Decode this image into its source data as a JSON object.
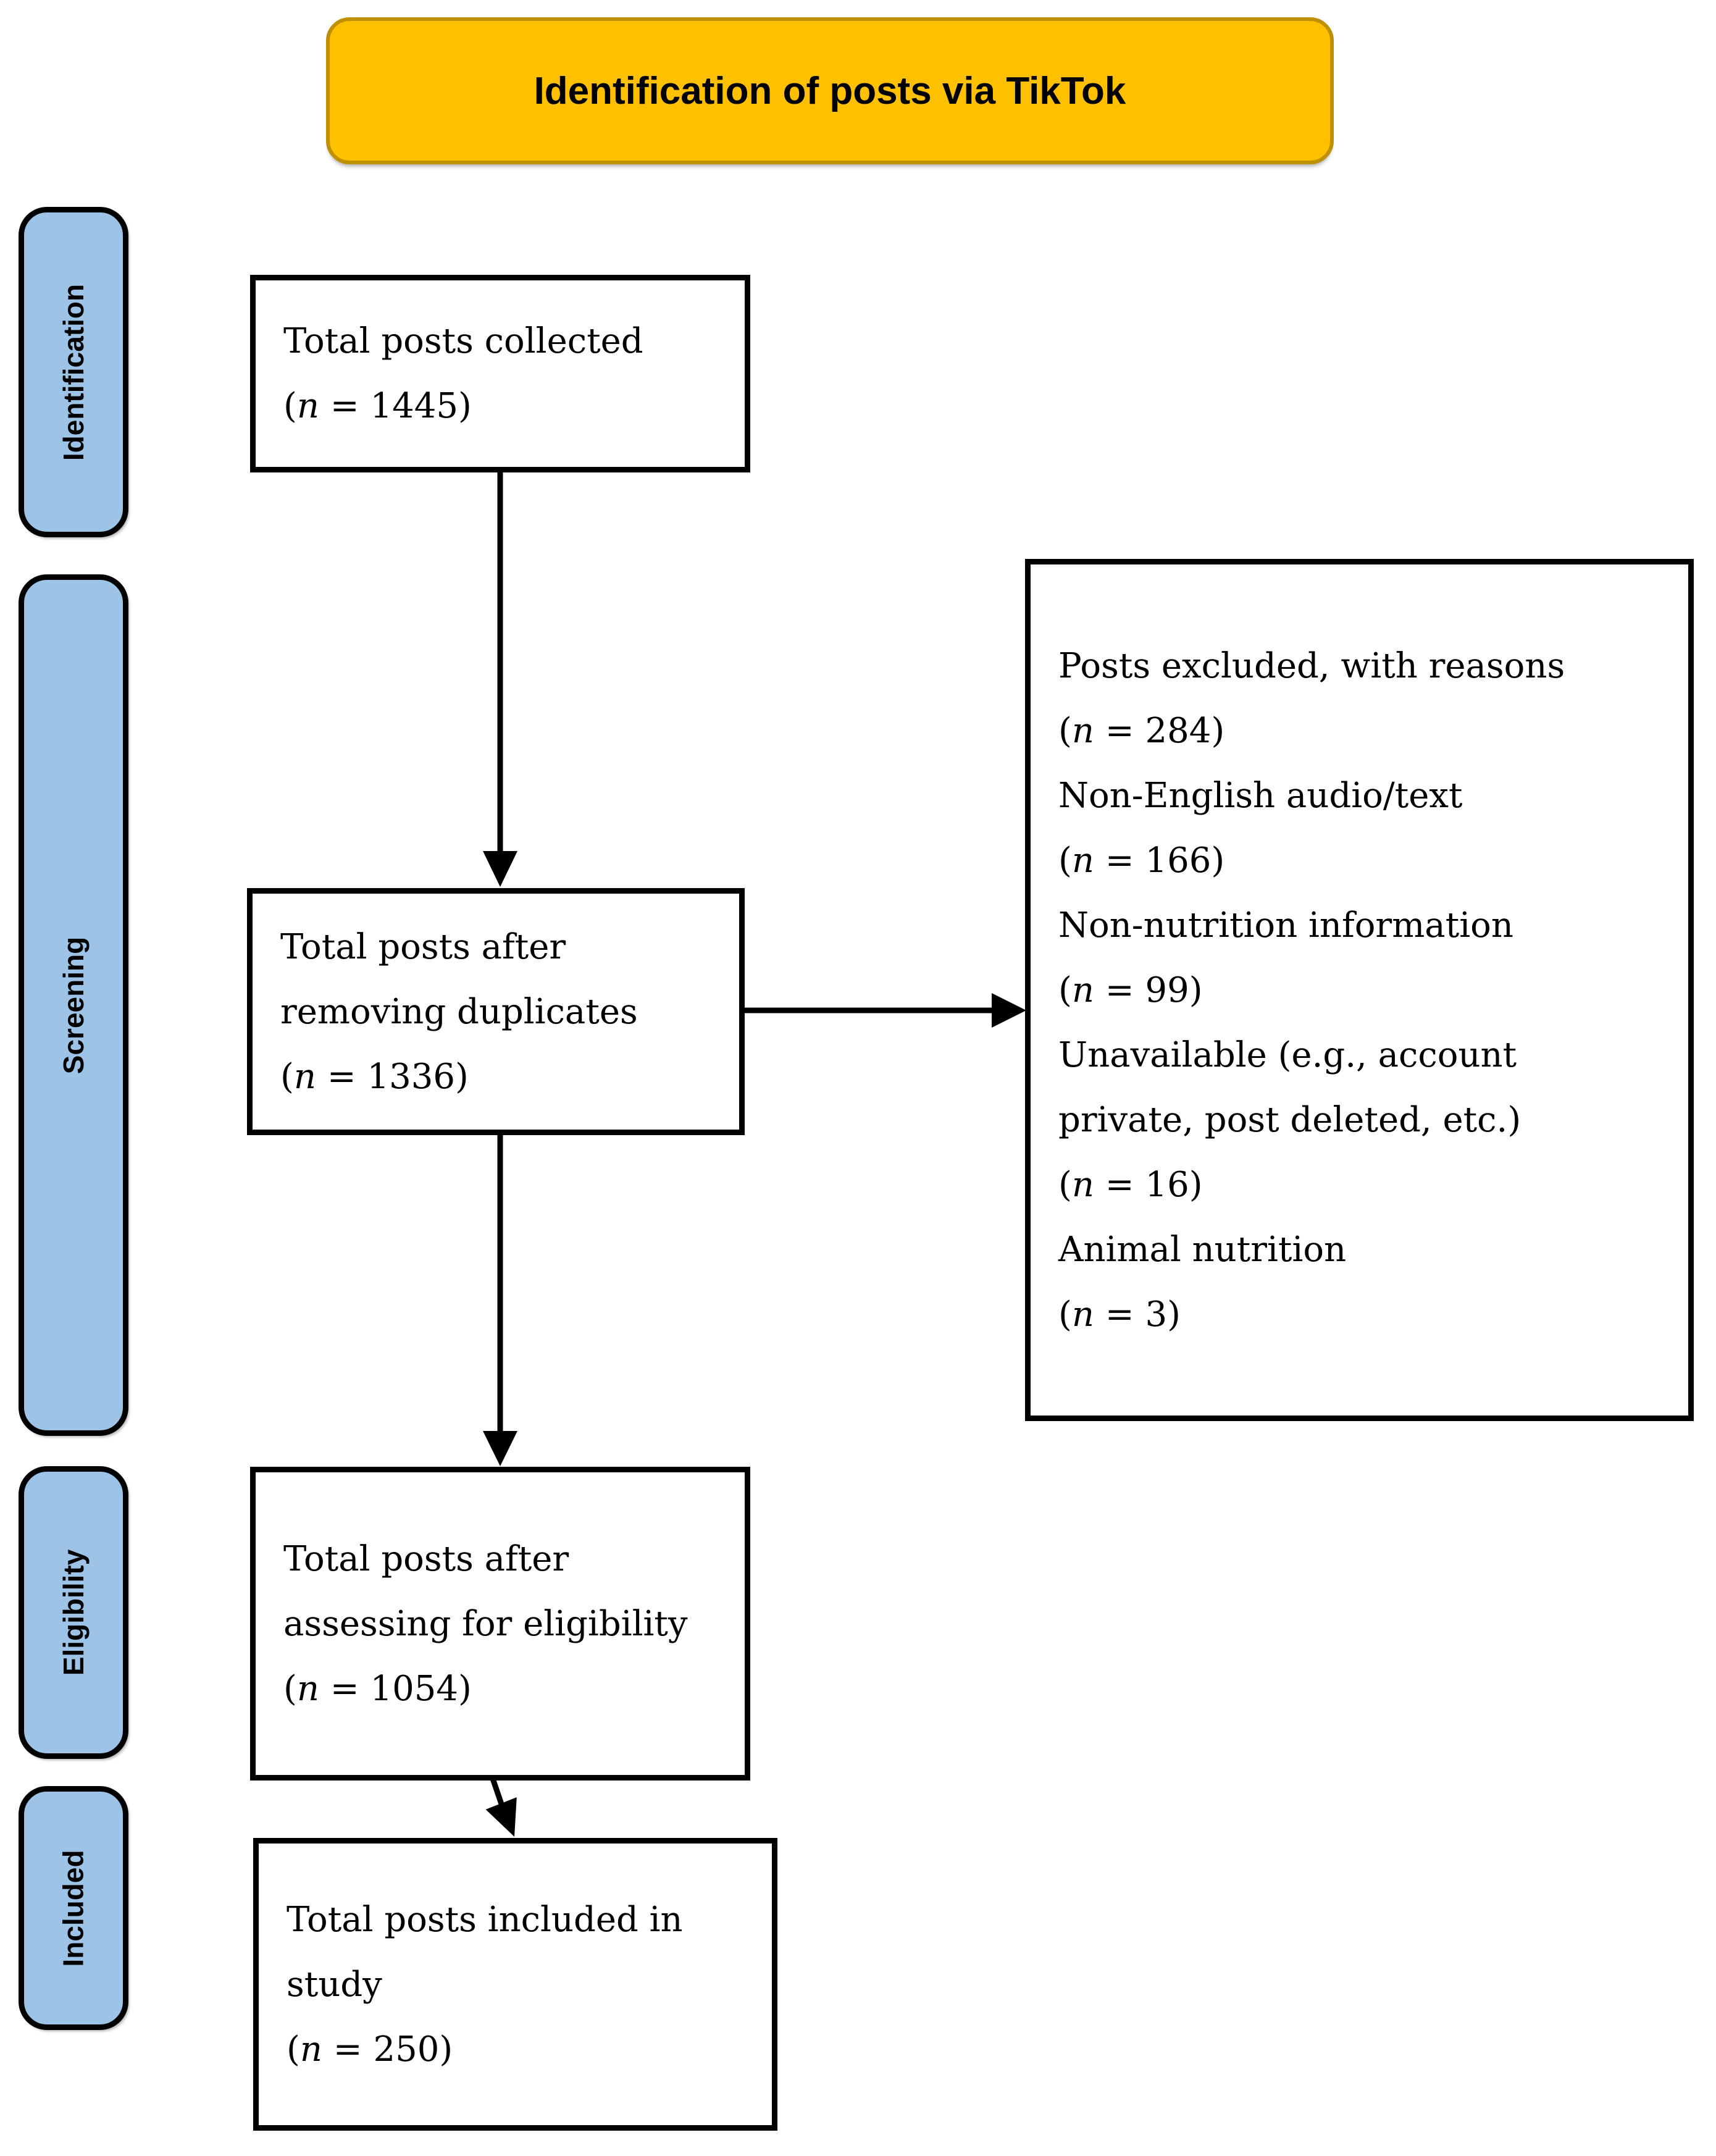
{
  "header": {
    "title": "Identification of posts via TikTok"
  },
  "colors": {
    "header_fill": "#FFC000",
    "header_border": "#BF9000",
    "stage_fill": "#9DC3E6",
    "stage_border": "#000000",
    "box_fill": "#FFFFFF",
    "box_border": "#000000",
    "arrow": "#000000",
    "text": "#000000"
  },
  "stages": [
    {
      "label": "Identification"
    },
    {
      "label": "Screening"
    },
    {
      "label": "Eligibility"
    },
    {
      "label": "Included"
    }
  ],
  "boxes": {
    "collected": {
      "lines": [
        "Total posts collected",
        "(n = 1445)"
      ],
      "n": 1445
    },
    "duplicates": {
      "lines": [
        "Total posts after",
        "removing duplicates",
        "(n = 1336)"
      ],
      "n": 1336
    },
    "excluded": {
      "lines": [
        "Posts excluded, with reasons",
        "(n = 284)",
        "Non-English audio/text",
        "(n = 166)",
        "Non-nutrition information",
        "(n = 99)",
        "Unavailable (e.g., account",
        "private, post deleted, etc.)",
        "(n = 16)",
        "Animal nutrition",
        "(n = 3)"
      ],
      "n": 284,
      "reasons": [
        {
          "label": "Non-English audio/text",
          "n": 166
        },
        {
          "label": "Non-nutrition information",
          "n": 99
        },
        {
          "label": "Unavailable (e.g., account private, post deleted, etc.)",
          "n": 16
        },
        {
          "label": "Animal nutrition",
          "n": 3
        }
      ]
    },
    "eligibility": {
      "lines": [
        "Total posts after",
        "assessing for eligibility",
        "(n = 1054)"
      ],
      "n": 1054
    },
    "included": {
      "lines": [
        "Total posts included in",
        "study",
        "(n = 250)"
      ],
      "n": 250
    }
  }
}
